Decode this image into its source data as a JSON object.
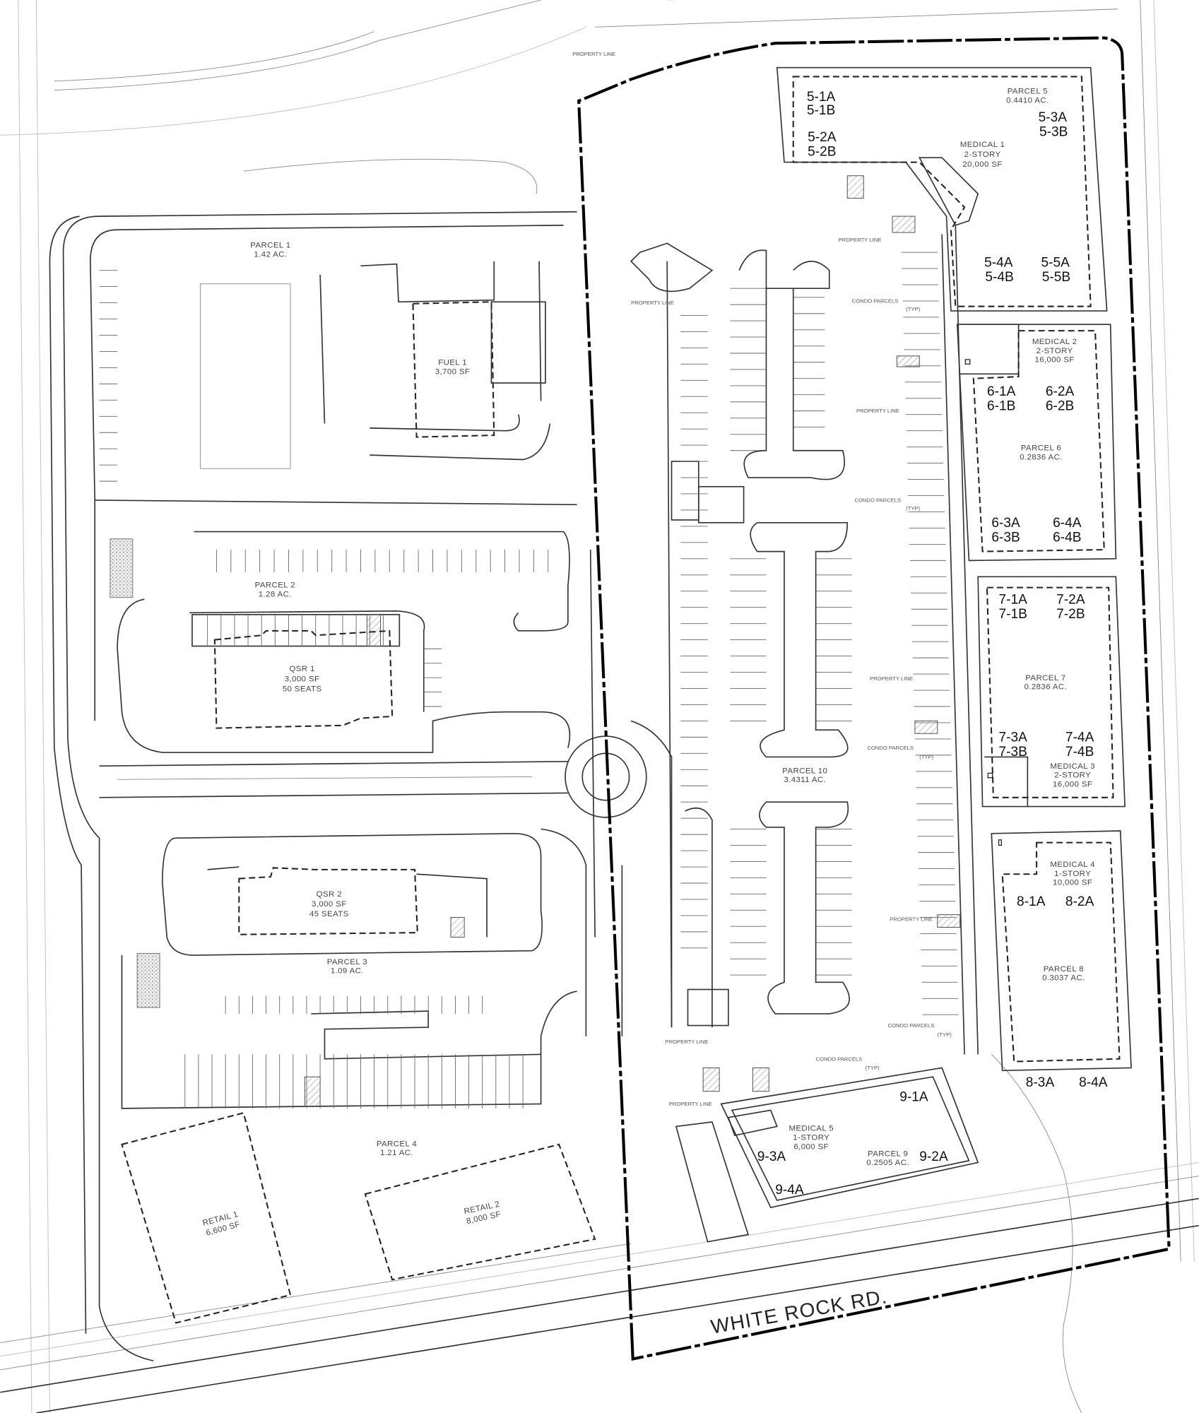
{
  "road": {
    "name": "WHITE ROCK RD."
  },
  "parcels": [
    {
      "name": "PARCEL 1",
      "area": "1.42 AC."
    },
    {
      "name": "PARCEL 2",
      "area": "1.28 AC."
    },
    {
      "name": "PARCEL 3",
      "area": "1.09 AC."
    },
    {
      "name": "PARCEL 4",
      "area": "1.21 AC."
    },
    {
      "name": "PARCEL 5",
      "area": "0.4410 AC."
    },
    {
      "name": "PARCEL 6",
      "area": "0.2836 AC."
    },
    {
      "name": "PARCEL 7",
      "area": "0.2836 AC."
    },
    {
      "name": "PARCEL 8",
      "area": "0.3037 AC."
    },
    {
      "name": "PARCEL 9",
      "area": "0.2505 AC."
    },
    {
      "name": "PARCEL 10",
      "area": "3.4311 AC."
    }
  ],
  "buildings": {
    "fuel1": {
      "name": "FUEL 1",
      "size": "3,700 SF"
    },
    "qsr1": {
      "name": "QSR 1",
      "size": "3,000 SF",
      "seats": "50 SEATS"
    },
    "qsr2": {
      "name": "QSR 2",
      "size": "3,000 SF",
      "seats": "45 SEATS"
    },
    "retail1": {
      "name": "RETAIL 1",
      "size": "6,600 SF"
    },
    "retail2": {
      "name": "RETAIL 2",
      "size": "8,000 SF"
    },
    "medical1": {
      "name": "MEDICAL 1",
      "stories": "2-STORY",
      "size": "20,000 SF"
    },
    "medical2": {
      "name": "MEDICAL 2",
      "stories": "2-STORY",
      "size": "16,000 SF"
    },
    "medical3": {
      "name": "MEDICAL 3",
      "stories": "2-STORY",
      "size": "16,000 SF"
    },
    "medical4": {
      "name": "MEDICAL 4",
      "stories": "1-STORY",
      "size": "10,000 SF"
    },
    "medical5": {
      "name": "MEDICAL 5",
      "stories": "1-STORY",
      "size": "6,000 SF"
    }
  },
  "units": {
    "p5": [
      "5-1A",
      "5-1B",
      "5-2A",
      "5-2B",
      "5-3A",
      "5-3B",
      "5-4A",
      "5-4B",
      "5-5A",
      "5-5B"
    ],
    "p6": [
      "6-1A",
      "6-1B",
      "6-2A",
      "6-2B",
      "6-3A",
      "6-3B",
      "6-4A",
      "6-4B"
    ],
    "p7": [
      "7-1A",
      "7-1B",
      "7-2A",
      "7-2B",
      "7-3A",
      "7-3B",
      "7-4A",
      "7-4B"
    ],
    "p8": [
      "8-1A",
      "8-2A",
      "8-3A",
      "8-4A"
    ],
    "p9": [
      "9-1A",
      "9-2A",
      "9-3A",
      "9-4A"
    ]
  },
  "annotations": {
    "property_line": "PROPERTY LINE",
    "condo_parcels": "CONDO PARCELS",
    "typ": "(TYP)"
  }
}
